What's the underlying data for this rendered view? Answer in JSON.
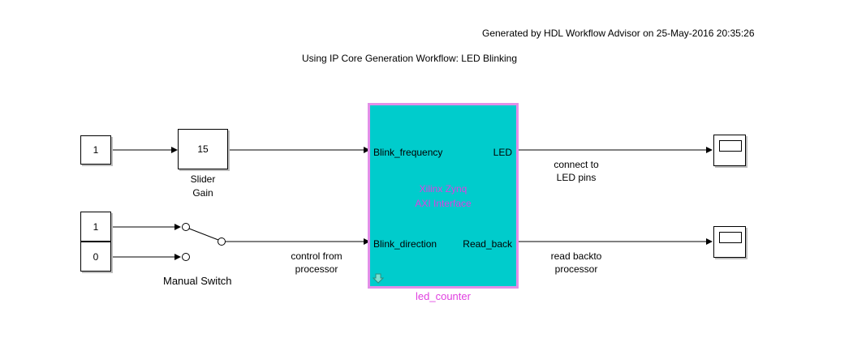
{
  "header": {
    "generated": "Generated by HDL Workflow Advisor on 25-May-2016 20:35:26",
    "title": "Using IP Core Generation Workflow: LED Blinking"
  },
  "blocks": {
    "const1_value": "1",
    "slider_value": "15",
    "slider_label_line1": "Slider",
    "slider_label_line2": "Gain",
    "const_switch_top": "1",
    "const_switch_bottom": "0",
    "switch_label": "Manual Switch"
  },
  "subsystem": {
    "name": "led_counter",
    "mask_line1": "Xilinx Zynq",
    "mask_line2": "AXI Interface",
    "in_port1": "Blink_frequency",
    "in_port2": "Blink_direction",
    "out_port1": "LED",
    "out_port2": "Read_back"
  },
  "signals": {
    "control_line1": "control from",
    "control_line2": "processor",
    "led_line1": "connect to",
    "led_line2": "LED pins",
    "readback_line1": "read backto",
    "readback_line2": "processor"
  },
  "colors": {
    "subsystem_fill": "#00cccc",
    "subsystem_border": "#e38fe8",
    "mask_text": "#e040e0"
  }
}
